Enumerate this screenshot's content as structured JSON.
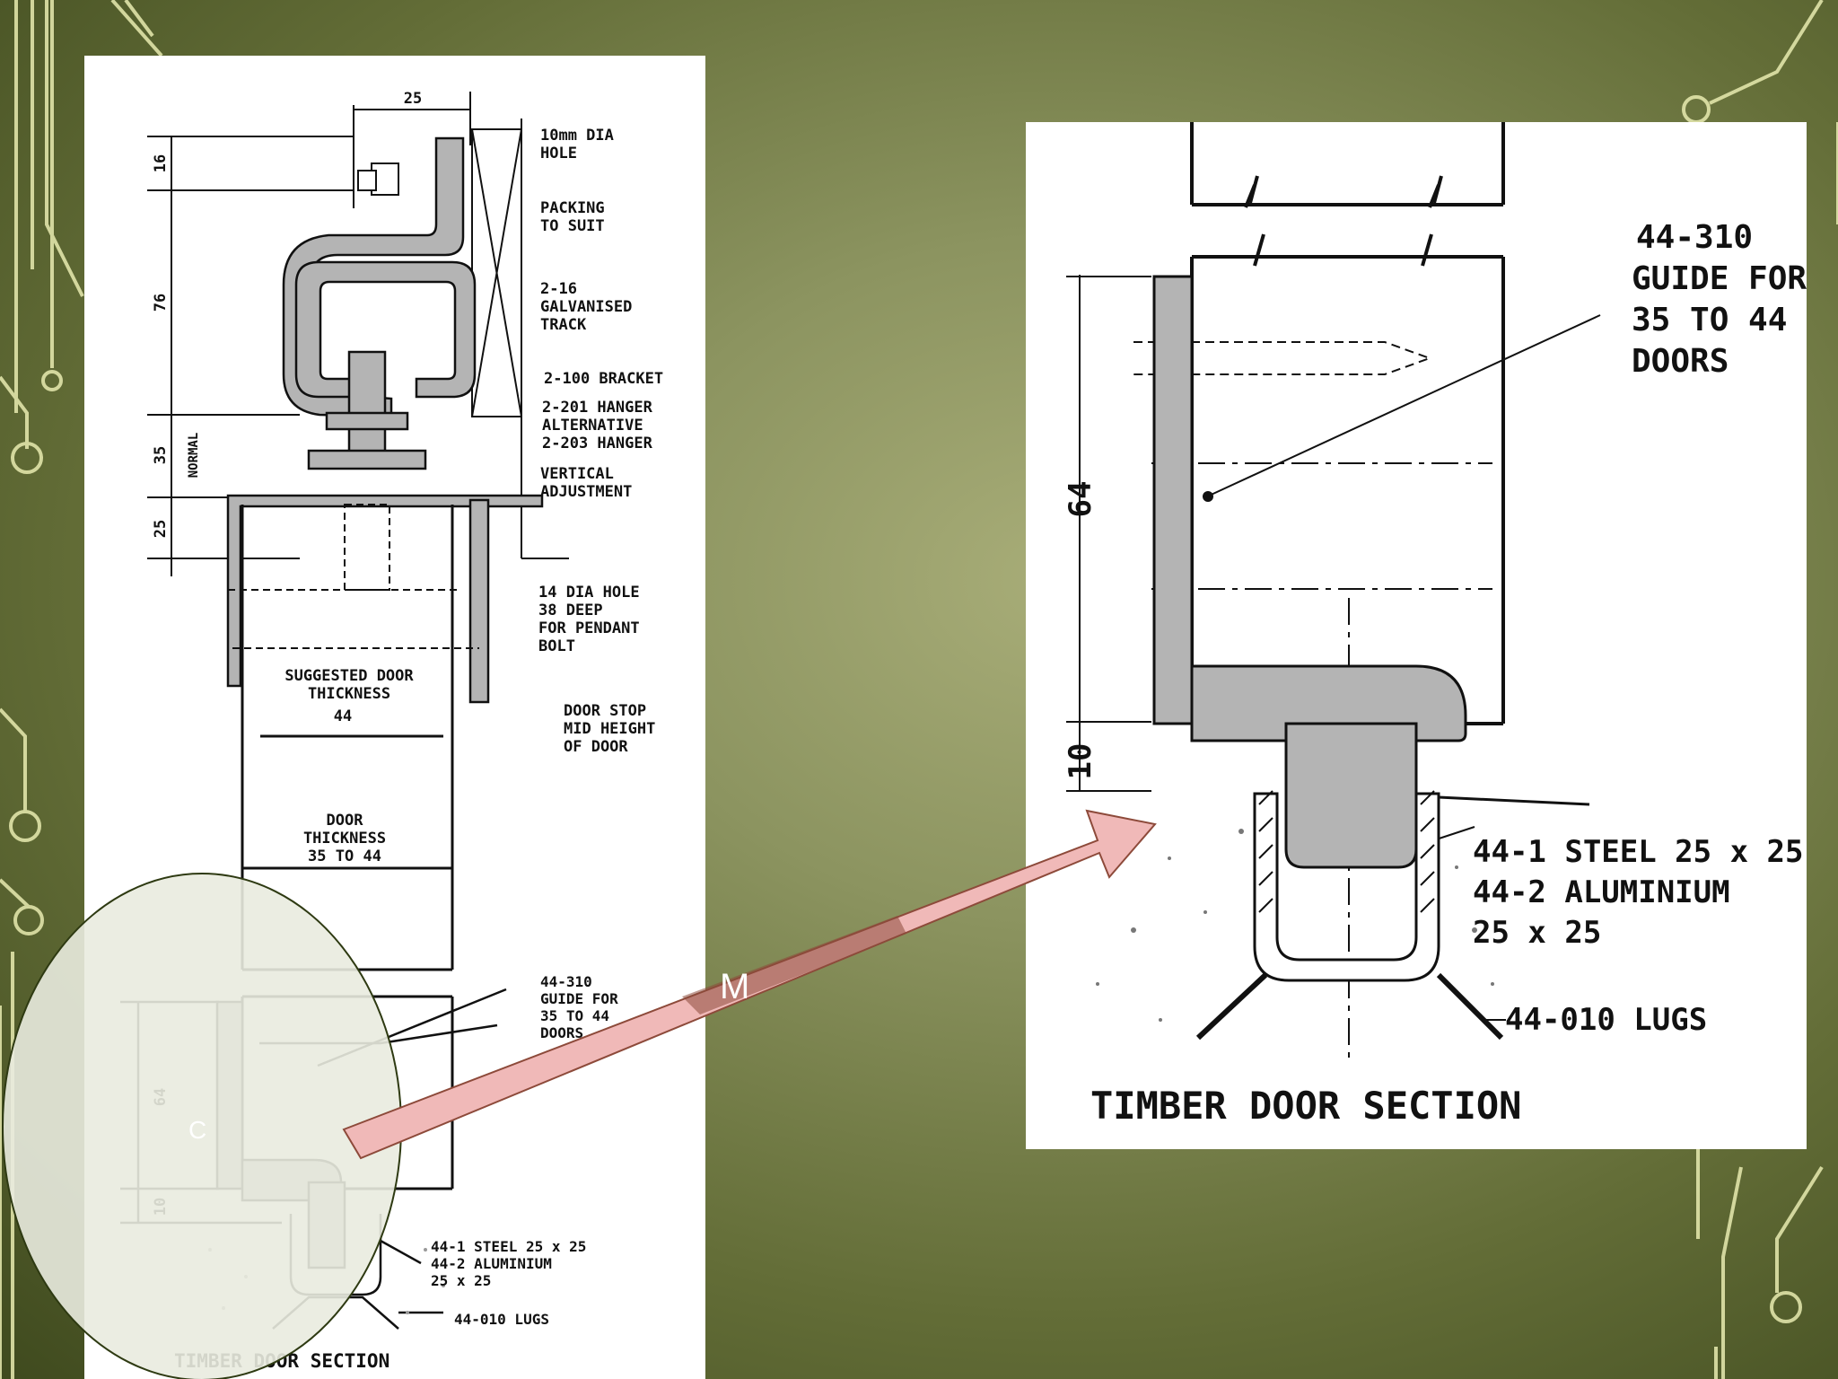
{
  "left_drawing": {
    "dim_top": "25",
    "dim_16": "16",
    "dim_76": "76",
    "dim_35": "35",
    "dim_normal": "NORMAL",
    "dim_25": "25",
    "dim_64": "64",
    "dim_10": "10",
    "callout_hole": [
      "10mm DIA",
      "HOLE"
    ],
    "callout_packing": [
      "PACKING",
      "TO SUIT"
    ],
    "callout_track": [
      "2-16",
      "GALVANISED",
      "TRACK"
    ],
    "callout_bracket": "2-100 BRACKET",
    "callout_hanger": [
      "2-201 HANGER",
      "ALTERNATIVE",
      "2-203 HANGER"
    ],
    "callout_vertical": [
      "VERTICAL",
      "ADJUSTMENT"
    ],
    "callout_bolt_hole": [
      "14 DIA HOLE",
      "38 DEEP",
      "FOR PENDANT",
      "BOLT"
    ],
    "callout_suggested": [
      "SUGGESTED DOOR",
      "THICKNESS",
      "44"
    ],
    "callout_door_stop": [
      "DOOR STOP",
      "MID HEIGHT",
      "OF DOOR"
    ],
    "callout_door_thickness": [
      "DOOR",
      "THICKNESS",
      "35 TO 44"
    ],
    "callout_guide": [
      "44-310",
      "GUIDE FOR",
      "35 TO 44",
      "DOORS"
    ],
    "callout_steel": [
      "44-1 STEEL 25 x 25",
      "44-2 ALUMINIUM",
      "25 x 25"
    ],
    "callout_lugs": "44-010 LUGS",
    "caption": "TIMBER DOOR SECTION"
  },
  "right_drawing": {
    "dim_64": "64",
    "dim_10": "10",
    "callout_guide": [
      "44-310",
      "GUIDE FOR",
      "35 TO 44",
      "DOORS"
    ],
    "callout_steel": [
      "44-1 STEEL 25 x 25",
      "44-2 ALUMINIUM",
      "25 x 25"
    ],
    "callout_lugs": "44-010 LUGS",
    "caption": "TIMBER DOOR SECTION"
  },
  "annotations": {
    "circle_label": "C",
    "arrow_label": "M"
  },
  "colors": {
    "arrow_fill": "#f0b9b8",
    "arrow_dark": "#8d4a3a",
    "circle_fill": "#e9ebdf",
    "part_grey": "#b4b4b4",
    "circuit_line": "#e8ebb0"
  }
}
